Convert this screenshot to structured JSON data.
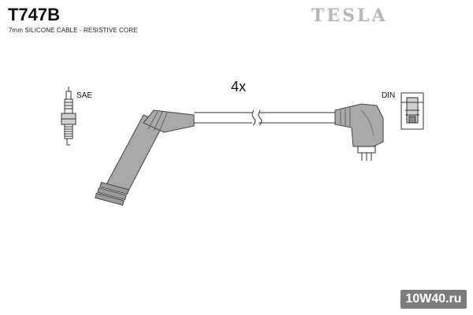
{
  "header": {
    "part_number": "T747B",
    "subtitle": "7mm SILICONE CABLE - RESISTIVE CORE",
    "brand": "TESLA"
  },
  "diagram": {
    "quantity": "4x",
    "sae_label": "SAE",
    "din_label": "DIN",
    "colors": {
      "boot_fill": "#a9a9a9",
      "boot_stroke": "#444444",
      "cable_fill": "#ffffff",
      "line": "#333333"
    },
    "icons": [
      "spark-plug-icon",
      "straight-boot-icon",
      "angled-boot-icon",
      "din-terminal-icon"
    ]
  },
  "watermark": {
    "text": "10W40.ru"
  }
}
